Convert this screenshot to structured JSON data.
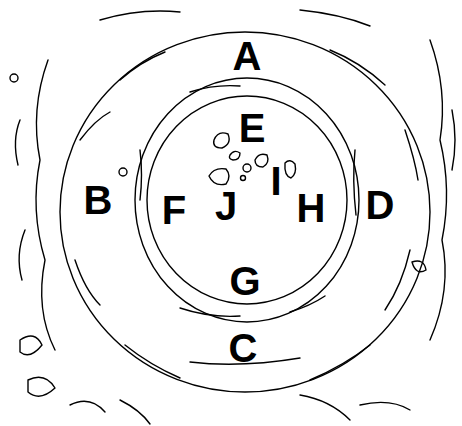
{
  "diagram": {
    "labels": [
      "A",
      "E",
      "I",
      "B",
      "F",
      "J",
      "H",
      "D",
      "G",
      "C"
    ]
  }
}
